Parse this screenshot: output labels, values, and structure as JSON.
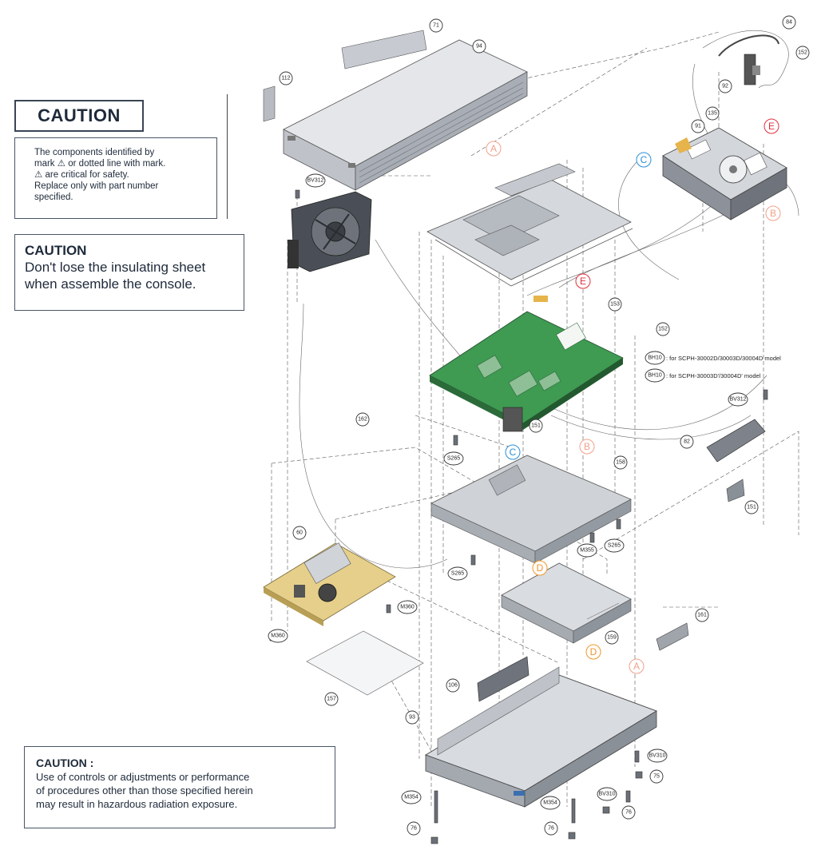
{
  "caution_top": {
    "title": "CAUTION",
    "line1": "The components identified by",
    "line2": "mark ⚠ or dotted line with mark.",
    "line3": "⚠ are critical for safety.",
    "line4": "Replace only with part number",
    "line5": "specified."
  },
  "caution_middle": {
    "title": "CAUTION",
    "line1": "Don't lose the insulating sheet",
    "line2": "when assemble the console."
  },
  "caution_bottom": {
    "title": "CAUTION :",
    "line1": "Use of controls or adjustments or performance",
    "line2": "of procedures other than those specified herein",
    "line3": "may result in hazardous radiation exposure."
  },
  "notes": {
    "model_a": ": for SCPH-30002D/30003D/30004D model",
    "model_b": ": for SCPH-30003D'/30004D' model"
  },
  "part_labels": {
    "p71": "71",
    "p94": "94",
    "p112": "112",
    "p84": "84",
    "p152a": "152",
    "p92": "92",
    "p135": "135",
    "p91": "91",
    "bv312a": "BV312",
    "p153": "153",
    "p152b": "152",
    "bh10a": "BH10",
    "bh10b": "BH10",
    "bv312b": "BV312",
    "p162": "162",
    "p151a": "151",
    "s265a": "S265",
    "p158": "158",
    "p82": "82",
    "p151b": "151",
    "m355": "M355",
    "s265b": "S265",
    "s265c": "S265",
    "p60": "60",
    "m360a": "M360",
    "m360b": "M360",
    "p159": "159",
    "p161": "161",
    "p157": "157",
    "p106": "106",
    "p93": "93",
    "bv310a": "BV310",
    "p75a": "75",
    "bv310b": "BV310",
    "m354a": "M354",
    "m354b": "M354",
    "p76a": "76",
    "p76b": "76",
    "p76c": "76"
  },
  "ref_marks": {
    "a1": "A",
    "a2": "A",
    "b1": "B",
    "b2": "B",
    "c1": "C",
    "c2": "C",
    "d1": "D",
    "d2": "D",
    "e1": "E",
    "e2": "E"
  },
  "colors": {
    "pcb_green": "#3f9a52",
    "psu_board": "#e6cf8a",
    "metal": "#c9cdd3",
    "case_top": "#dcdee2",
    "mark_red": "#e0303c",
    "mark_blue": "#2a8fd8",
    "mark_orange": "#f0962a",
    "mark_pink": "#f2a08a",
    "flex_cable": "#e6b44a"
  }
}
